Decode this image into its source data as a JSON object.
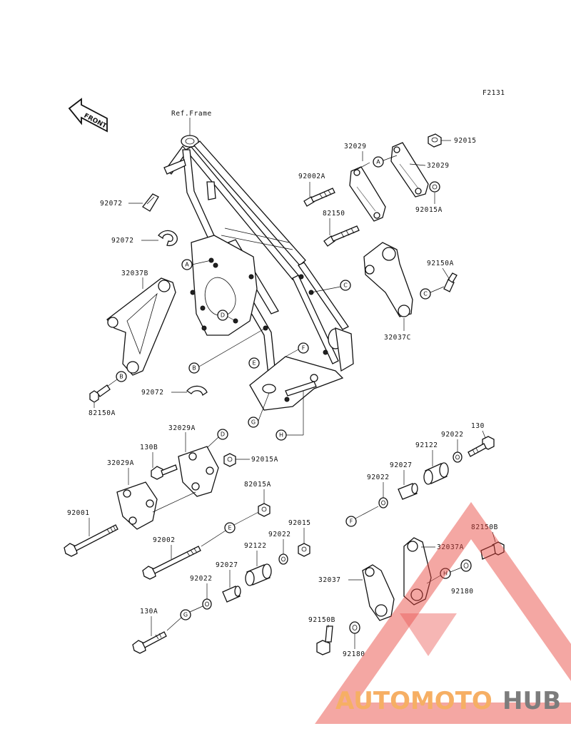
{
  "figure_code": "F2131",
  "front_arrow": "FRONT",
  "ref_frame": "Ref.Frame",
  "watermark": {
    "brand_auto": "AUTOMOTO",
    "brand_hub": "HUB",
    "color_red": "#e8413b",
    "color_orange": "#f5a24a",
    "color_gray": "#666666"
  },
  "parts": {
    "p92015_top": "92015",
    "p32029_a": "32029",
    "p32029_b": "32029",
    "p92002A": "92002A",
    "p92015A_top": "92015A",
    "p82150": "82150",
    "p92072_a": "92072",
    "p92072_b": "92072",
    "p32037B": "32037B",
    "p92150A_right": "92150A",
    "p32037C": "32037C",
    "p82150A_left": "82150A",
    "p92072_c": "92072",
    "p32029A_a": "32029A",
    "p130B": "130B",
    "p32029A_b": "32029A",
    "p92015A_mid": "92015A",
    "p130": "130",
    "p92022_r1": "92022",
    "p92122_r": "92122",
    "p92027_r": "92027",
    "p92022_r2": "92022",
    "p82015A": "82015A",
    "p92001": "92001",
    "p92015_mid": "92015",
    "p92022_m": "92022",
    "p92002": "92002",
    "p92122_m": "92122",
    "p82150B": "82150B",
    "p32037A": "32037A",
    "p92027_m": "92027",
    "p92022_m2": "92022",
    "p32037": "32037",
    "p92180_a": "92180",
    "p130A": "130A",
    "p92150B": "92150B",
    "p92180_b": "92180"
  },
  "callouts": {
    "A1": "A",
    "C1": "C",
    "D1": "D",
    "B1": "B",
    "E1": "E",
    "F1": "F",
    "G1": "G",
    "H1": "H",
    "A2": "A",
    "C2": "C",
    "B2": "B",
    "D2": "D",
    "E2": "E",
    "F2": "F",
    "G2": "G",
    "H2": "H"
  }
}
